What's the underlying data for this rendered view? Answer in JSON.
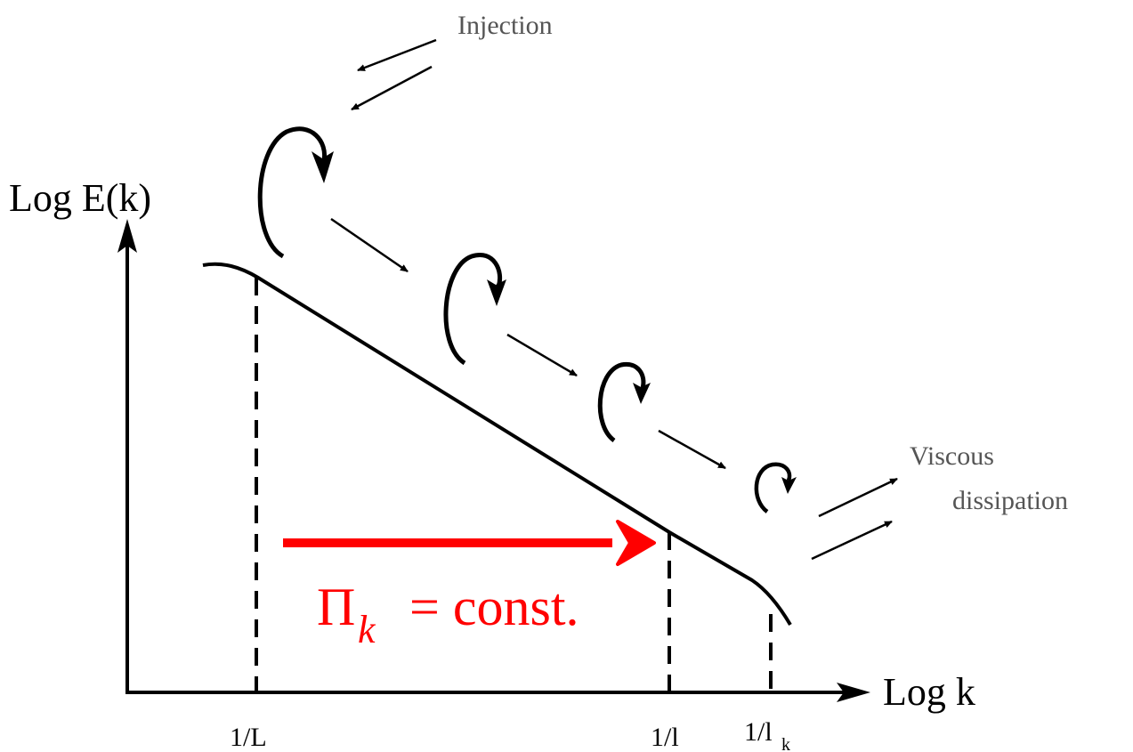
{
  "labels": {
    "y_axis": "Log E(k)",
    "x_axis": "Log k",
    "injection": "Injection",
    "viscous_line1": "Viscous",
    "viscous_line2": "dissipation",
    "flux_symbol": "Π",
    "flux_subscript": "k",
    "flux_rest": "= const."
  },
  "ticks": {
    "large_scale": "1/L",
    "small_scale": "1/l",
    "kolmogorov_base": "1/l",
    "kolmogorov_sub": "k"
  },
  "colors": {
    "ink": "#000000",
    "annotation": "#555555",
    "flux_arrow": "#ff0000"
  },
  "icons": {
    "eddy": "curved-arrow-eddy-icon",
    "cascade": "straight-arrow-icon"
  }
}
